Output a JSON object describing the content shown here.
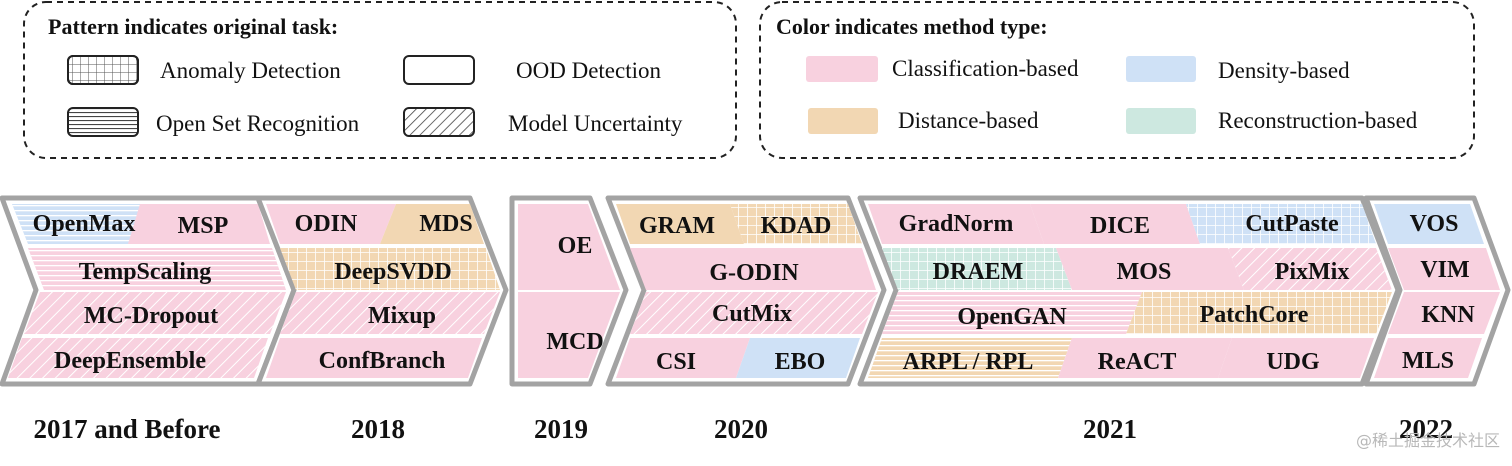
{
  "legend_pattern": {
    "title": "Pattern indicates original task:",
    "items": [
      {
        "label": "Anomaly Detection",
        "pattern": "grid"
      },
      {
        "label": "OOD Detection",
        "pattern": "none"
      },
      {
        "label": "Open Set Recognition",
        "pattern": "hlines"
      },
      {
        "label": "Model Uncertainty",
        "pattern": "diag"
      }
    ]
  },
  "legend_color": {
    "title": "Color indicates method type:",
    "items": [
      {
        "label": "Classification-based",
        "color": "#f8d1df"
      },
      {
        "label": "Density-based",
        "color": "#cfe1f6"
      },
      {
        "label": "Distance-based",
        "color": "#f2d7b3"
      },
      {
        "label": "Reconstruction-based",
        "color": "#cde8e0"
      }
    ]
  },
  "colors": {
    "classification": "#f8d1df",
    "density": "#cfe1f6",
    "distance": "#f2d7b3",
    "reconstruction": "#cde8e0",
    "arrow_border": "#a3a3a3"
  },
  "timeline": [
    {
      "year": "2017 and Before",
      "methods": [
        "OpenMax",
        "MSP",
        "TempScaling",
        "MC-Dropout",
        "DeepEnsemble"
      ]
    },
    {
      "year": "2018",
      "methods": [
        "ODIN",
        "MDS",
        "DeepSVDD",
        "Mixup",
        "ConfBranch"
      ]
    },
    {
      "year": "2019",
      "methods": [
        "OE",
        "MCD"
      ]
    },
    {
      "year": "2020",
      "methods": [
        "GRAM",
        "KDAD",
        "G-ODIN",
        "CutMix",
        "CSI",
        "EBO"
      ]
    },
    {
      "year": "2021",
      "methods": [
        "GradNorm",
        "DICE",
        "CutPaste",
        "DRAEM",
        "MOS",
        "PixMix",
        "OpenGAN",
        "PatchCore",
        "ARPL / RPL",
        "ReACT",
        "UDG"
      ]
    },
    {
      "year": "2022",
      "methods": [
        "VOS",
        "VIM",
        "KNN",
        "MLS"
      ]
    }
  ],
  "watermark": "@稀土掘金技术社区"
}
